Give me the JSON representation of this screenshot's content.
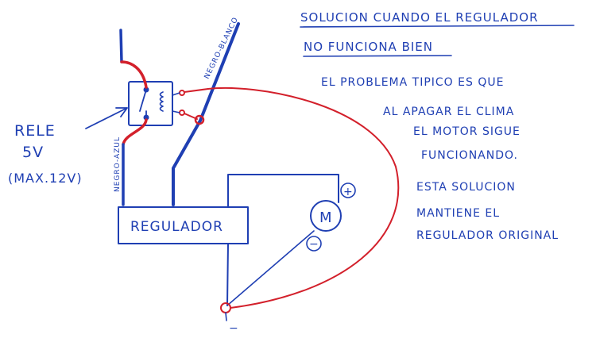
{
  "title": {
    "line1": "SOLUCION CUANDO EL REGULADOR",
    "line2": "NO FUNCIONA BIEN"
  },
  "description": {
    "problem_lines": [
      "EL PROBLEMA TIPICO ES QUE",
      "AL APAGAR EL CLIMA",
      "EL MOTOR SIGUE",
      "FUNCIONANDO."
    ],
    "solution_lines": [
      "ESTA SOLUCION",
      "MANTIENE EL",
      "REGULADOR ORIGINAL"
    ]
  },
  "relay_note": {
    "line1": "RELE",
    "line2": "5V",
    "line3": "(MAX.12V)"
  },
  "labels": {
    "regulator": "REGULADOR",
    "motor": "M",
    "plus": "+",
    "minus": "−",
    "ground_minus": "−",
    "wire_black_white": "NEGRO-BLANCO",
    "wire_black_blue": "NEGRO-AZUL"
  },
  "colors": {
    "ink": "#1f3fb3",
    "red_wire": "#d3202b"
  }
}
